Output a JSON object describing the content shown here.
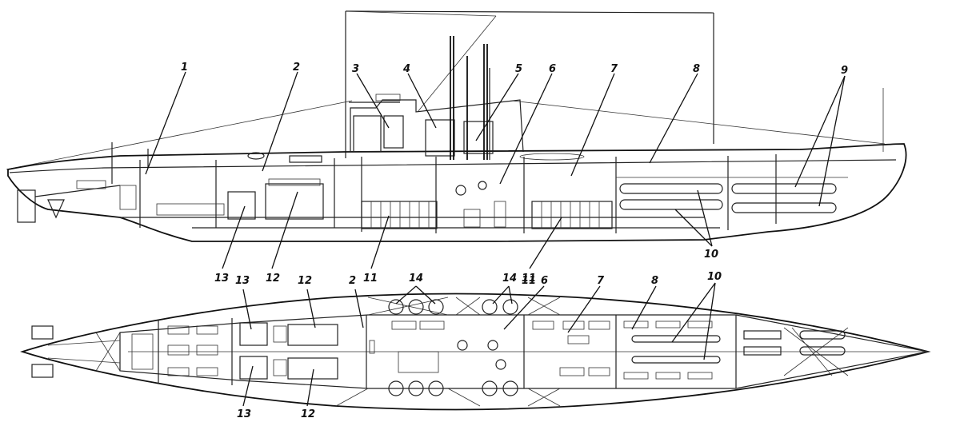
{
  "side_view": {
    "callouts": [
      {
        "id": "1",
        "text": "1"
      },
      {
        "id": "2",
        "text": "2"
      },
      {
        "id": "3",
        "text": "3"
      },
      {
        "id": "4",
        "text": "4"
      },
      {
        "id": "5",
        "text": "5"
      },
      {
        "id": "6",
        "text": "6"
      },
      {
        "id": "7",
        "text": "7"
      },
      {
        "id": "8",
        "text": "8"
      },
      {
        "id": "9",
        "text": "9"
      },
      {
        "id": "10",
        "text": "10"
      },
      {
        "id": "11a",
        "text": "11"
      },
      {
        "id": "11b",
        "text": "11"
      },
      {
        "id": "12",
        "text": "12"
      },
      {
        "id": "13",
        "text": "13"
      }
    ]
  },
  "plan_view": {
    "callouts": [
      {
        "id": "13top",
        "text": "13"
      },
      {
        "id": "12top",
        "text": "12"
      },
      {
        "id": "2",
        "text": "2"
      },
      {
        "id": "14a",
        "text": "14"
      },
      {
        "id": "14b",
        "text": "14"
      },
      {
        "id": "11",
        "text": "11"
      },
      {
        "id": "6",
        "text": "6"
      },
      {
        "id": "7",
        "text": "7"
      },
      {
        "id": "8",
        "text": "8"
      },
      {
        "id": "10",
        "text": "10"
      },
      {
        "id": "13bot",
        "text": "13"
      },
      {
        "id": "12bot",
        "text": "12"
      }
    ]
  }
}
